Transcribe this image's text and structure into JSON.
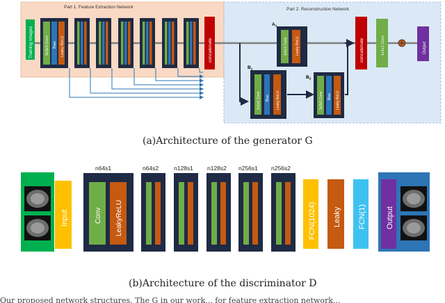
{
  "generator": {
    "part1_title": "Part 1. Feature Extraction Network",
    "part2_title": "Part 2. Reconstruction Network",
    "training_images": "Training Images",
    "conv_label": "3x3x3 Conv",
    "bias_label": "Bias",
    "leaky_label": "Leaky ReLU",
    "concat_label": "concatenate",
    "a1_label": "A",
    "a1_sub": "1",
    "b1_label": "B",
    "b1_sub": "1",
    "b2_label": "B",
    "b2_sub": "2",
    "conv1x1_label": "1x1x1 Conv",
    "leakyrelu_label": "Leaky ReLU",
    "conv1x1x1_small": "1x1x1 Conv",
    "conv3x3_label": "3x3x3 Conv",
    "leaky_relu_label2": "Leaky ReLU",
    "final_conv": "1x1x1 Conv",
    "output_label": "Output",
    "caption": "(a)Architecture of the generator G"
  },
  "discriminator": {
    "input_label": "Input",
    "block_labels": [
      "n64s1",
      "n64s2",
      "n128s1",
      "n128s2",
      "n256s1",
      "n256s2"
    ],
    "conv_label": "Conv",
    "leaky_relu_label": "LeakyReLU",
    "fcn1024": "FCN(1024)",
    "leaky": "Leaky",
    "fcn1": "FCN(1)",
    "output_label": "Output",
    "caption": "(b)Architecture of the discriminator D"
  },
  "colors": {
    "part1_bg": "#f9d9c4",
    "part2_bg": "#dbe9f6",
    "navy": "#1f2a44",
    "green": "#70ad47",
    "orange": "#c55a11",
    "red": "#c00000",
    "purple": "#7030a0",
    "yellow": "#ffc000",
    "cyan": "#3fc1f0",
    "blue": "#2e75b6",
    "conv_green": "#5aa02c",
    "train_green": "#00b050"
  },
  "footer_text": "Our proposed network structures. The G in our work... for feature extraction network..."
}
